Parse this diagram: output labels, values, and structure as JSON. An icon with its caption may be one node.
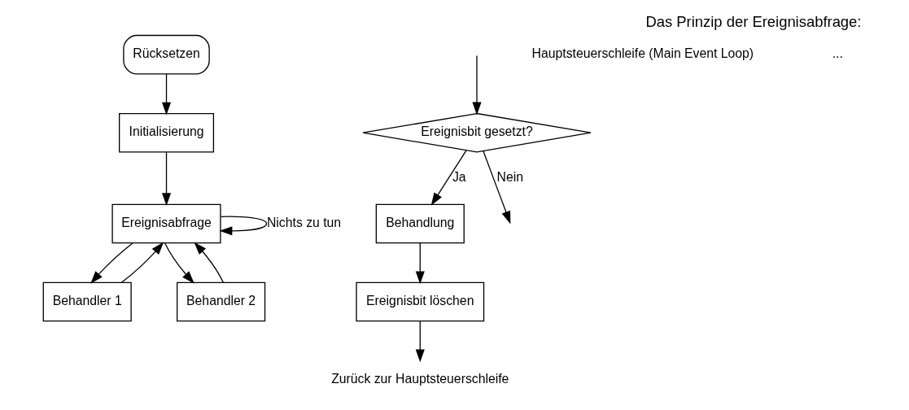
{
  "diagram": {
    "title": "Das Prinzip der Ereignisabfrage:",
    "nodes": [
      {
        "text": [
          "Rücksetzen"
        ]
      },
      {
        "text": [
          "Initialisierung"
        ]
      },
      {
        "text": [
          "Ereignisabfrage"
        ]
      },
      {
        "text": [
          "Behandler 1"
        ]
      },
      {
        "text": [
          "Behandler 2"
        ]
      },
      {
        "text": [
          "Ereignisbit gesetzt?"
        ]
      },
      {
        "text": [
          "Behandlung"
        ]
      },
      {
        "text": [
          "Ereignisbit löschen"
        ]
      },
      {
        "text": [
          "Zurück zur Hauptsteuerschleife"
        ]
      }
    ],
    "edges": [
      {
        "from": 0,
        "to": 1,
        "arrow": "to"
      },
      {
        "from": 1,
        "to": 2,
        "arrow": "to"
      },
      {
        "from": 2,
        "to": 3,
        "arrow": "to"
      },
      {
        "from": 2,
        "to": 4,
        "arrow": "to"
      },
      {
        "from": 2,
        "to": 2,
        "label": "Nichts zu tun",
        "arrow": "to"
      },
      {
        "from": 3,
        "to": 2,
        "arrow": "to"
      },
      {
        "from": 4,
        "to": 2,
        "arrow": "to"
      },
      {
        "from": 5,
        "to": null,
        "label": "Nein",
        "arrow": "to"
      },
      {
        "from": null,
        "to": 5,
        "arrow": "to"
      },
      {
        "from": 5,
        "to": 6,
        "label": "Ja",
        "arrow": "to"
      },
      {
        "from": 6,
        "to": 7,
        "arrow": "to"
      },
      {
        "from": 7,
        "to": 8,
        "arrow": "to"
      }
    ],
    "labels": [
      "Hauptsteuerschleife (Main Event Loop)",
      "..."
    ]
  }
}
